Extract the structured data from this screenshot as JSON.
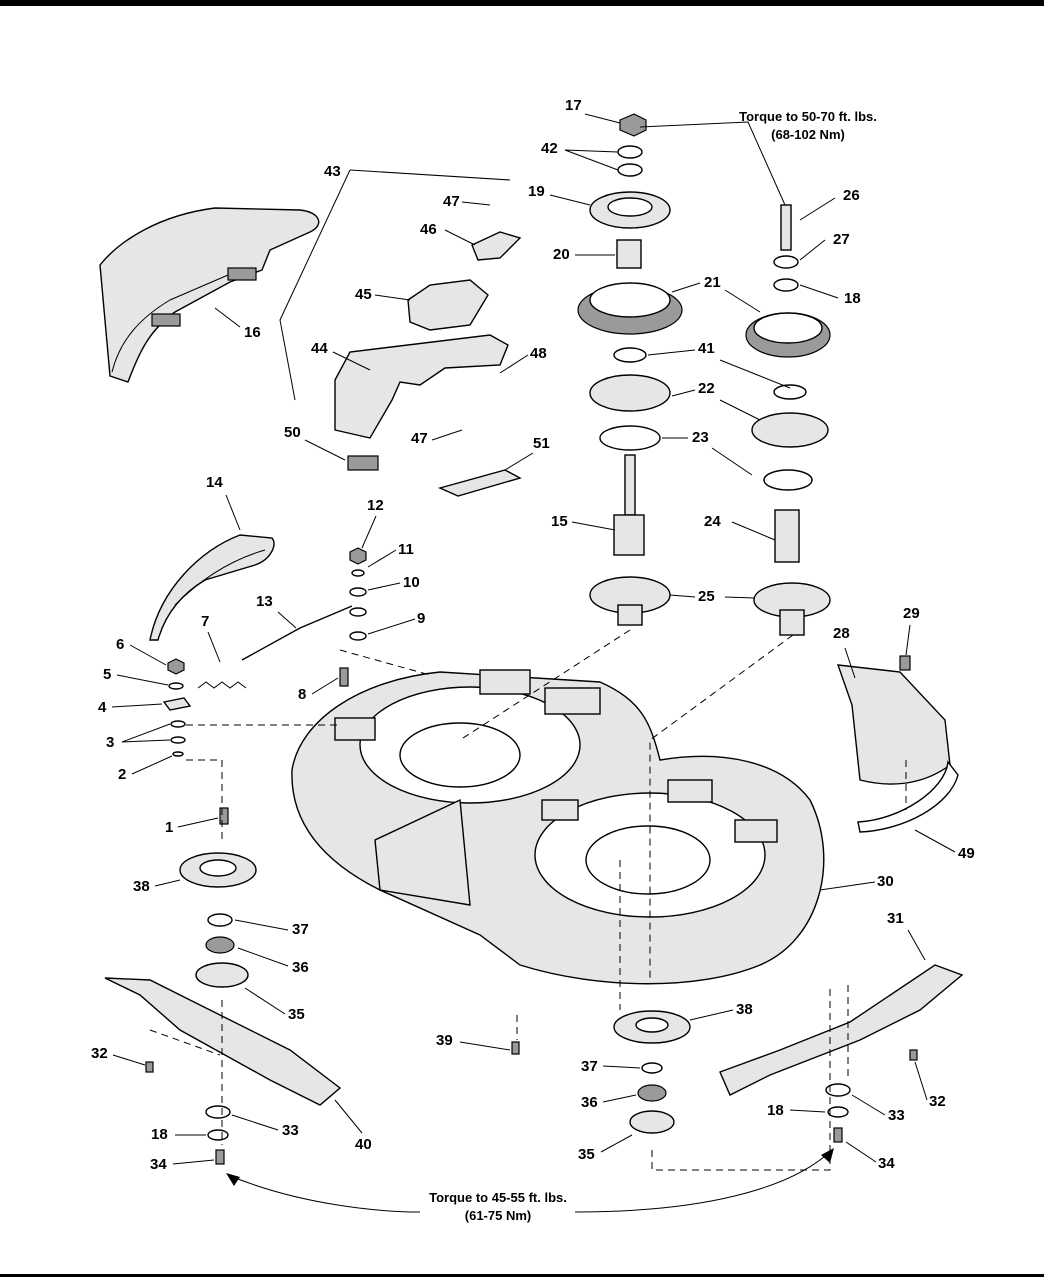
{
  "torque_notes": {
    "spindle_nut_line1": "Torque to 50-70 ft. lbs.",
    "spindle_nut_line2": "(68-102 Nm)",
    "blade_bolt_line1": "Torque to 45-55 ft. lbs.",
    "blade_bolt_line2": "(61-75 Nm)"
  },
  "callouts": [
    "1",
    "2",
    "3",
    "4",
    "5",
    "6",
    "7",
    "8",
    "9",
    "10",
    "11",
    "12",
    "13",
    "14",
    "15",
    "16",
    "17",
    "18",
    "19",
    "20",
    "21",
    "22",
    "23",
    "24",
    "25",
    "26",
    "27",
    "28",
    "29",
    "30",
    "31",
    "32",
    "33",
    "34",
    "35",
    "36",
    "37",
    "38",
    "39",
    "40",
    "41",
    "42",
    "43",
    "44",
    "45",
    "46",
    "47",
    "48",
    "49",
    "50",
    "51"
  ]
}
